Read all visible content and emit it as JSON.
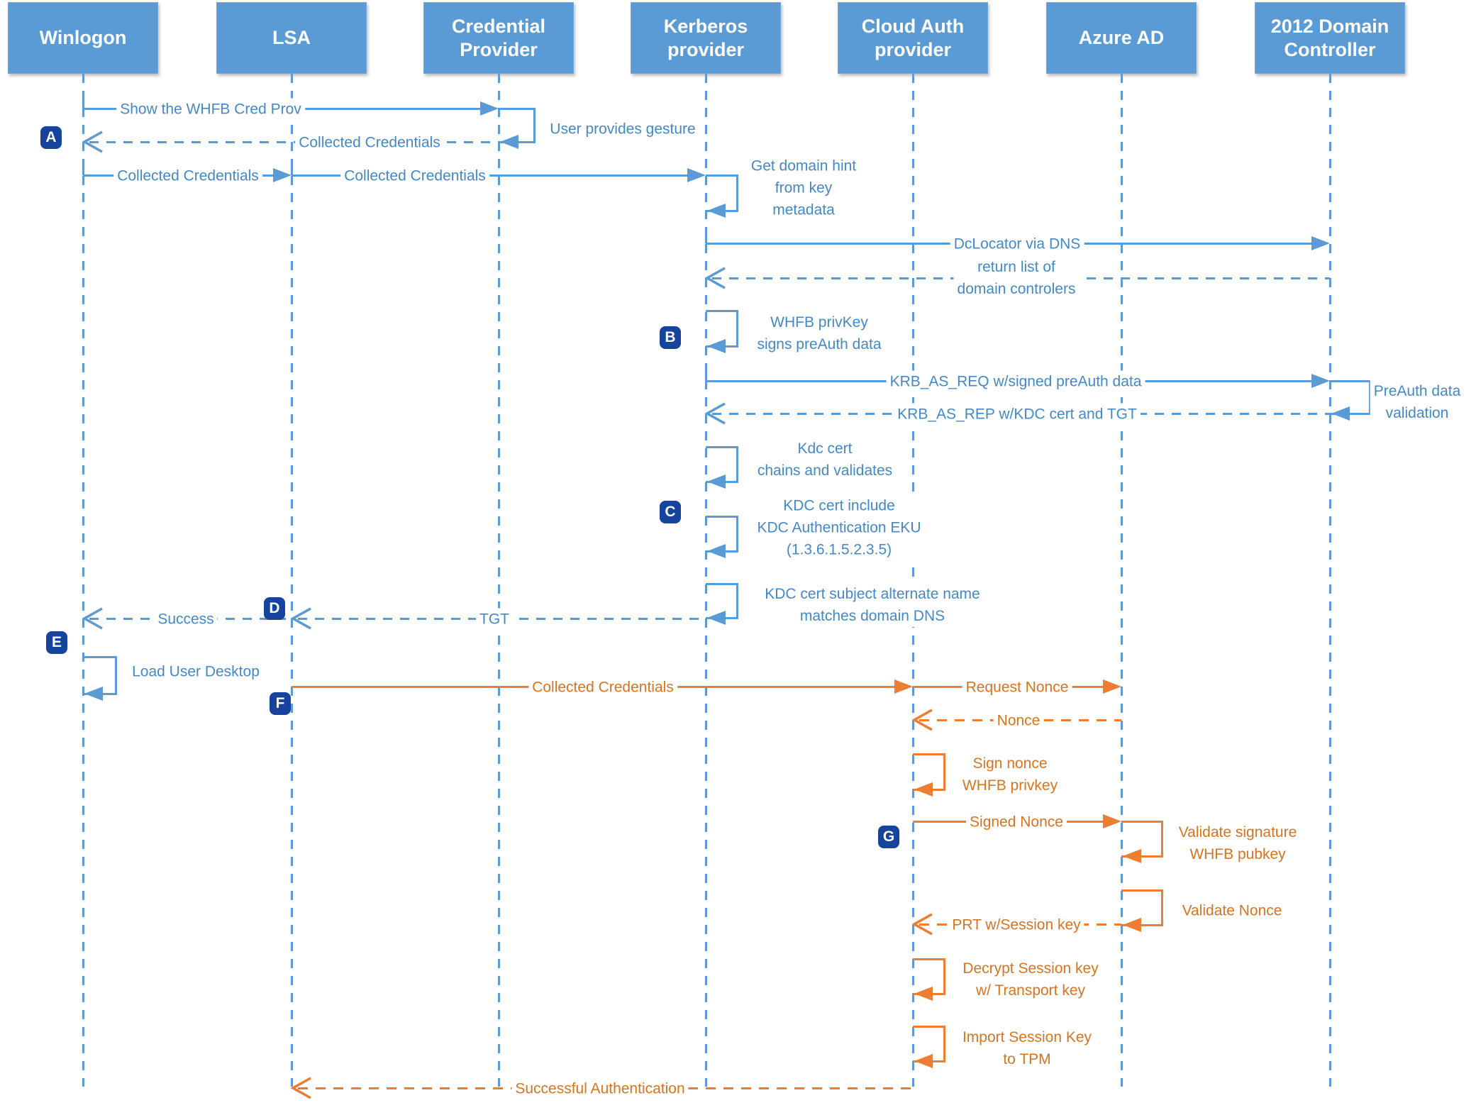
{
  "diagram_type": "sequence-diagram",
  "colors": {
    "actor_fill": "#5B9BD5",
    "blue_line": "#5B9BD5",
    "blue_text": "#4488C8",
    "orange_line": "#ED7D31",
    "orange_text": "#D9731F",
    "marker_bg": "#16439C",
    "marker_text": "#FFFFFF"
  },
  "actors": [
    {
      "id": "winlogon",
      "label": "Winlogon"
    },
    {
      "id": "lsa",
      "label": "LSA"
    },
    {
      "id": "credential-provider",
      "label": "Credential Provider"
    },
    {
      "id": "kerberos-provider",
      "label": "Kerberos provider"
    },
    {
      "id": "cloud-auth-provider",
      "label": "Cloud Auth provider"
    },
    {
      "id": "azure-ad",
      "label": "Azure AD"
    },
    {
      "id": "domain-controller",
      "label": "2012 Domain Controller"
    }
  ],
  "labels": {
    "show_whfb_cred_prov": "Show the WHFB Cred Prov",
    "user_provides_gesture": "User provides gesture",
    "collected_credentials_return": "Collected Credentials",
    "collected_credentials_to_lsa": "Collected Credentials",
    "collected_credentials_to_kerberos": "Collected Credentials",
    "get_domain_hint": [
      "Get domain hint",
      "from key",
      "metadata"
    ],
    "dclocator": "DcLocator via DNS",
    "return_list": [
      "return list of",
      "domain controlers"
    ],
    "whfb_privkey": [
      "WHFB privKey",
      "signs preAuth data"
    ],
    "krb_as_req": "KRB_AS_REQ w/signed preAuth data",
    "preauth_validation": [
      "PreAuth data",
      "validation"
    ],
    "krb_as_rep": "KRB_AS_REP w/KDC cert and TGT",
    "kdc_cert_chains": [
      "Kdc cert",
      "chains and validates"
    ],
    "kdc_cert_eku": [
      "KDC cert include",
      "KDC Authentication EKU",
      "(1.3.6.1.5.2.3.5)"
    ],
    "kdc_cert_san": [
      "KDC cert subject alternate name",
      "matches domain DNS"
    ],
    "tgt": "TGT",
    "success": "Success",
    "load_user_desktop": "Load User Desktop",
    "collected_credentials_to_cloud": "Collected Credentials",
    "request_nonce": "Request Nonce",
    "nonce": "Nonce",
    "sign_nonce": [
      "Sign nonce",
      "WHFB privkey"
    ],
    "signed_nonce": "Signed Nonce",
    "validate_signature": [
      "Validate signature",
      "WHFB pubkey"
    ],
    "validate_nonce": "Validate Nonce",
    "prt_session_key": "PRT w/Session key",
    "decrypt_session_key": [
      "Decrypt Session key",
      "w/ Transport key"
    ],
    "import_session_key": [
      "Import Session Key",
      "to TPM"
    ],
    "successful_authentication": "Successful Authentication"
  },
  "markers": [
    {
      "letter": "A"
    },
    {
      "letter": "B"
    },
    {
      "letter": "C"
    },
    {
      "letter": "D"
    },
    {
      "letter": "E"
    },
    {
      "letter": "F"
    },
    {
      "letter": "G"
    }
  ]
}
